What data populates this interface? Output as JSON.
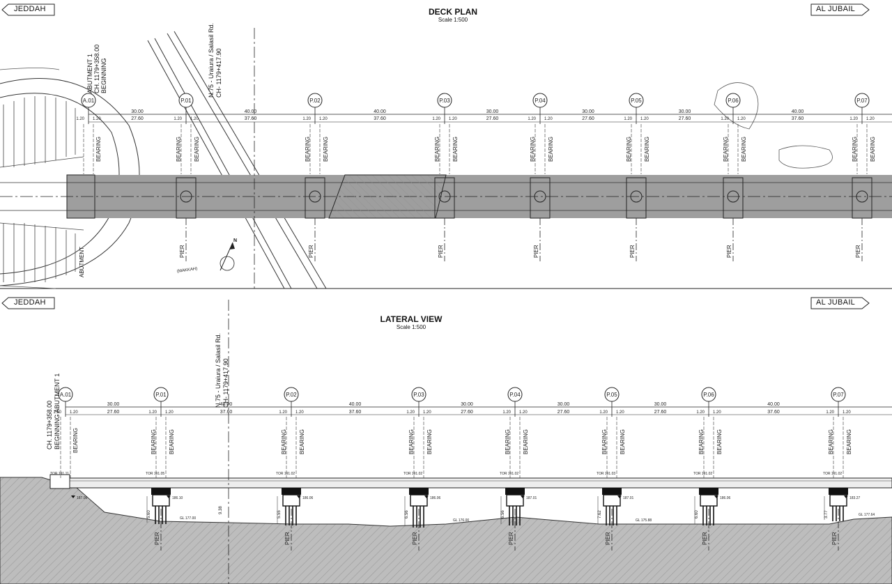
{
  "deck_plan": {
    "title": "DECK PLAN",
    "scale": "Scale 1:500",
    "left_direction": "JEDDAH",
    "right_direction": "AL JUBAIL",
    "supports": [
      "A.01",
      "P.01",
      "P.02",
      "P.03",
      "P.04",
      "P.05",
      "P.06",
      "P.07"
    ],
    "span_lengths": [
      "30.00",
      "40.00",
      "40.00",
      "30.00",
      "30.00",
      "30.00",
      "40.00"
    ],
    "span_inner": [
      "27.60",
      "37.60",
      "37.60",
      "27.60",
      "27.60",
      "27.60",
      "37.60"
    ],
    "bearing_offset": "1.20",
    "abutment_label": "ABUTMENT 1",
    "chainage_begin": "CH. 1179+358.00",
    "beginning": "BEGINNING",
    "road_label_1": "N.75 - Uraiura / Salasil Rd.",
    "road_label_2": "CH- 1179+417.90",
    "bearing": "BEARING",
    "pier": "PIER",
    "abutment_short": "ABUTMENT",
    "makkah": "(MAKKAH)",
    "north": "N"
  },
  "lateral_view": {
    "title": "LATERAL VIEW",
    "scale": "Scale 1:500",
    "left_direction": "JEDDAH",
    "right_direction": "AL JUBAIL",
    "supports": [
      "A.01",
      "P.01",
      "P.02",
      "P.03",
      "P.04",
      "P.05",
      "P.06",
      "P.07"
    ],
    "span_lengths": [
      "30.00",
      "40.00",
      "40.00",
      "30.00",
      "30.00",
      "30.00",
      "40.00"
    ],
    "span_inner": [
      "27.60",
      "37.60",
      "37.60",
      "27.60",
      "27.60",
      "27.60",
      "37.60"
    ],
    "bearing_offset": "1.20",
    "abutment_text_1": "CH. 1179+358.00",
    "abutment_text_2": "BEGINNING ABUTMENT 1",
    "road_label_1": "N.75 - Uraiura / Salasil Rd.",
    "road_label_2": "CH- 1179+417.90",
    "bearing": "BEARING",
    "pier": "PIER",
    "tor_values": [
      "TOR 191.11",
      "TOR 191.05",
      "TOR 191.02",
      "TOR 191.02",
      "TOR 191.02",
      "TOR 191.03",
      "TOR 191.02",
      "TOR 191.02"
    ],
    "pile_levels": [
      "187.06",
      "186.10",
      "186.06",
      "186.06",
      "187.01",
      "187.01",
      "186.06",
      "183.27"
    ],
    "pier_heights": [
      "5.60",
      "5.55",
      "6.56",
      "6.56",
      "7.62",
      "6.60",
      "3.77"
    ],
    "clearance": "9.38",
    "ground_levels": [
      "GL 177.00",
      "GL 176.00",
      "GL 175.88",
      "GL 177.64"
    ]
  }
}
